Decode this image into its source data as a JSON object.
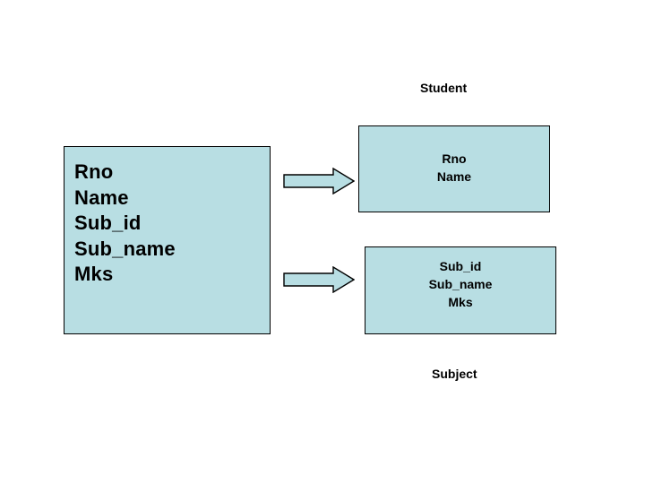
{
  "diagram": {
    "title_student": "Student",
    "title_subject": "Subject",
    "fill_color": "#b8dee3",
    "stroke_color": "#000000",
    "background_color": "#ffffff",
    "source_table": {
      "name": "unnormalized-table",
      "attributes": [
        "Rno",
        "Name",
        "Sub_id",
        "Sub_name",
        "Mks"
      ]
    },
    "student_table": {
      "name": "student-table",
      "label": "Student",
      "attributes": [
        "Rno",
        "Name"
      ]
    },
    "subject_table": {
      "name": "subject-table",
      "label": "Subject",
      "attributes": [
        "Sub_id",
        "Sub_name",
        "Mks"
      ]
    },
    "arrows": [
      {
        "name": "arrow-to-student",
        "direction": "right"
      },
      {
        "name": "arrow-to-subject",
        "direction": "right"
      }
    ]
  }
}
